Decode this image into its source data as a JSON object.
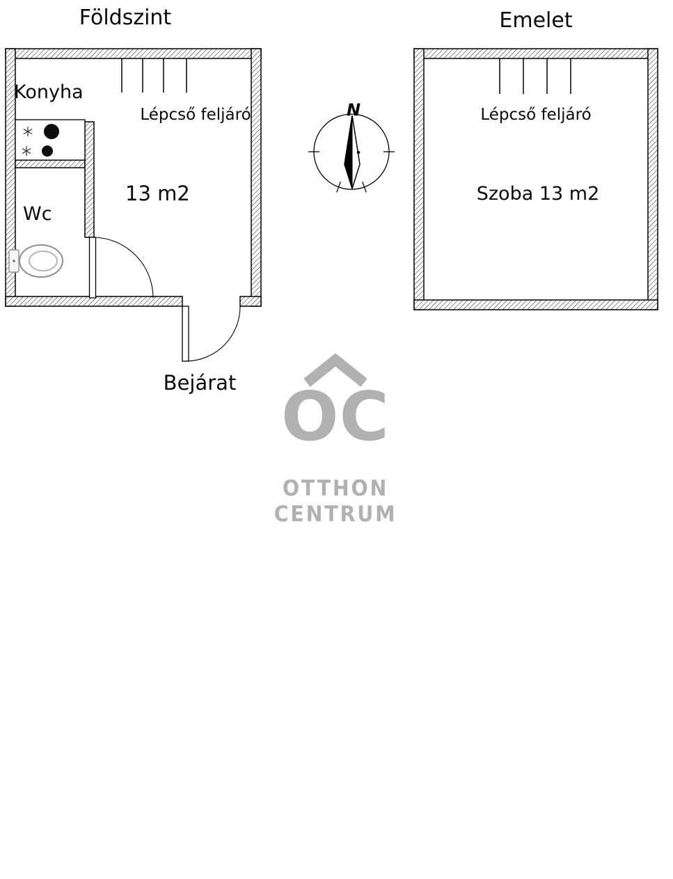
{
  "ground_floor": {
    "title": "Földszint",
    "kitchen_label": "Konyha",
    "stairs_label": "Lépcső feljáró",
    "area_label": "13 m2",
    "wc_label": "Wc",
    "entrance_label": "Bejárat"
  },
  "upper_floor": {
    "title": "Emelet",
    "stairs_label": "Lépcső feljáró",
    "room_label": "Szoba 13 m2"
  },
  "compass": {
    "north_label": "N"
  },
  "logo": {
    "monogram": "OC",
    "name_line1": "OTTHON",
    "name_line2": "CENTRUM"
  },
  "colors": {
    "line": "#000000",
    "background": "#ffffff",
    "logo_gray": "#b1b1b1",
    "fixture_gray": "#909090"
  }
}
